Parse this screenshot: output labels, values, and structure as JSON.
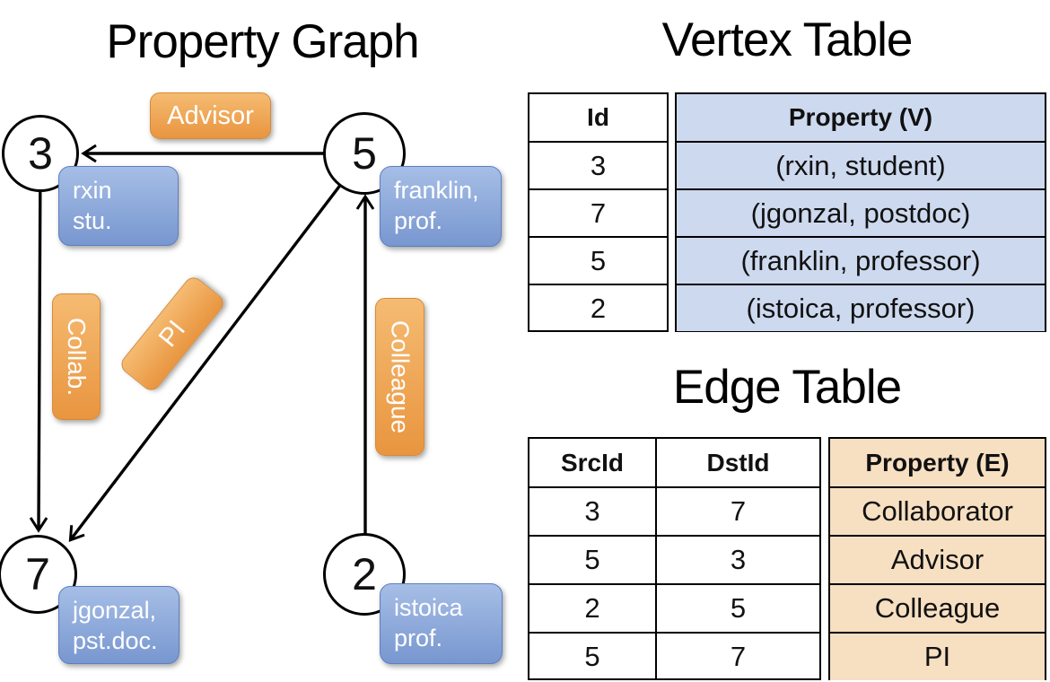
{
  "colors": {
    "orange_light": "#f5bb72",
    "orange_dark": "#e9953f",
    "orange_border": "#d68a39",
    "blue_light": "#a6bee6",
    "blue_dark": "#7897d0",
    "blue_border": "#5d7fbe",
    "vertex_cell_bg": "#cdd9ee",
    "edge_cell_bg": "#f7dfc2"
  },
  "graph": {
    "title": "Property Graph",
    "nodes": [
      {
        "id": "3"
      },
      {
        "id": "5"
      },
      {
        "id": "7"
      },
      {
        "id": "2"
      }
    ],
    "cards": [
      {
        "line1": "rxin",
        "line2": "stu."
      },
      {
        "line1": "franklin,",
        "line2": "prof."
      },
      {
        "line1": "jgonzal,",
        "line2": "pst.doc."
      },
      {
        "line1": "istoica",
        "line2": "prof."
      }
    ],
    "edge_labels": {
      "advisor": "Advisor",
      "collab": "Collab.",
      "pi": "PI",
      "colleague": "Colleague"
    }
  },
  "vertex_table": {
    "title": "Vertex Table",
    "columns": [
      "Id",
      "Property (V)"
    ],
    "rows": [
      [
        "3",
        "(rxin, student)"
      ],
      [
        "7",
        "(jgonzal, postdoc)"
      ],
      [
        "5",
        "(franklin, professor)"
      ],
      [
        "2",
        "(istoica, professor)"
      ]
    ]
  },
  "edge_table": {
    "title": "Edge Table",
    "columns": [
      "SrcId",
      "DstId",
      "Property (E)"
    ],
    "rows": [
      [
        "3",
        "7",
        "Collaborator"
      ],
      [
        "5",
        "3",
        "Advisor"
      ],
      [
        "2",
        "5",
        "Colleague"
      ],
      [
        "5",
        "7",
        "PI"
      ]
    ]
  }
}
